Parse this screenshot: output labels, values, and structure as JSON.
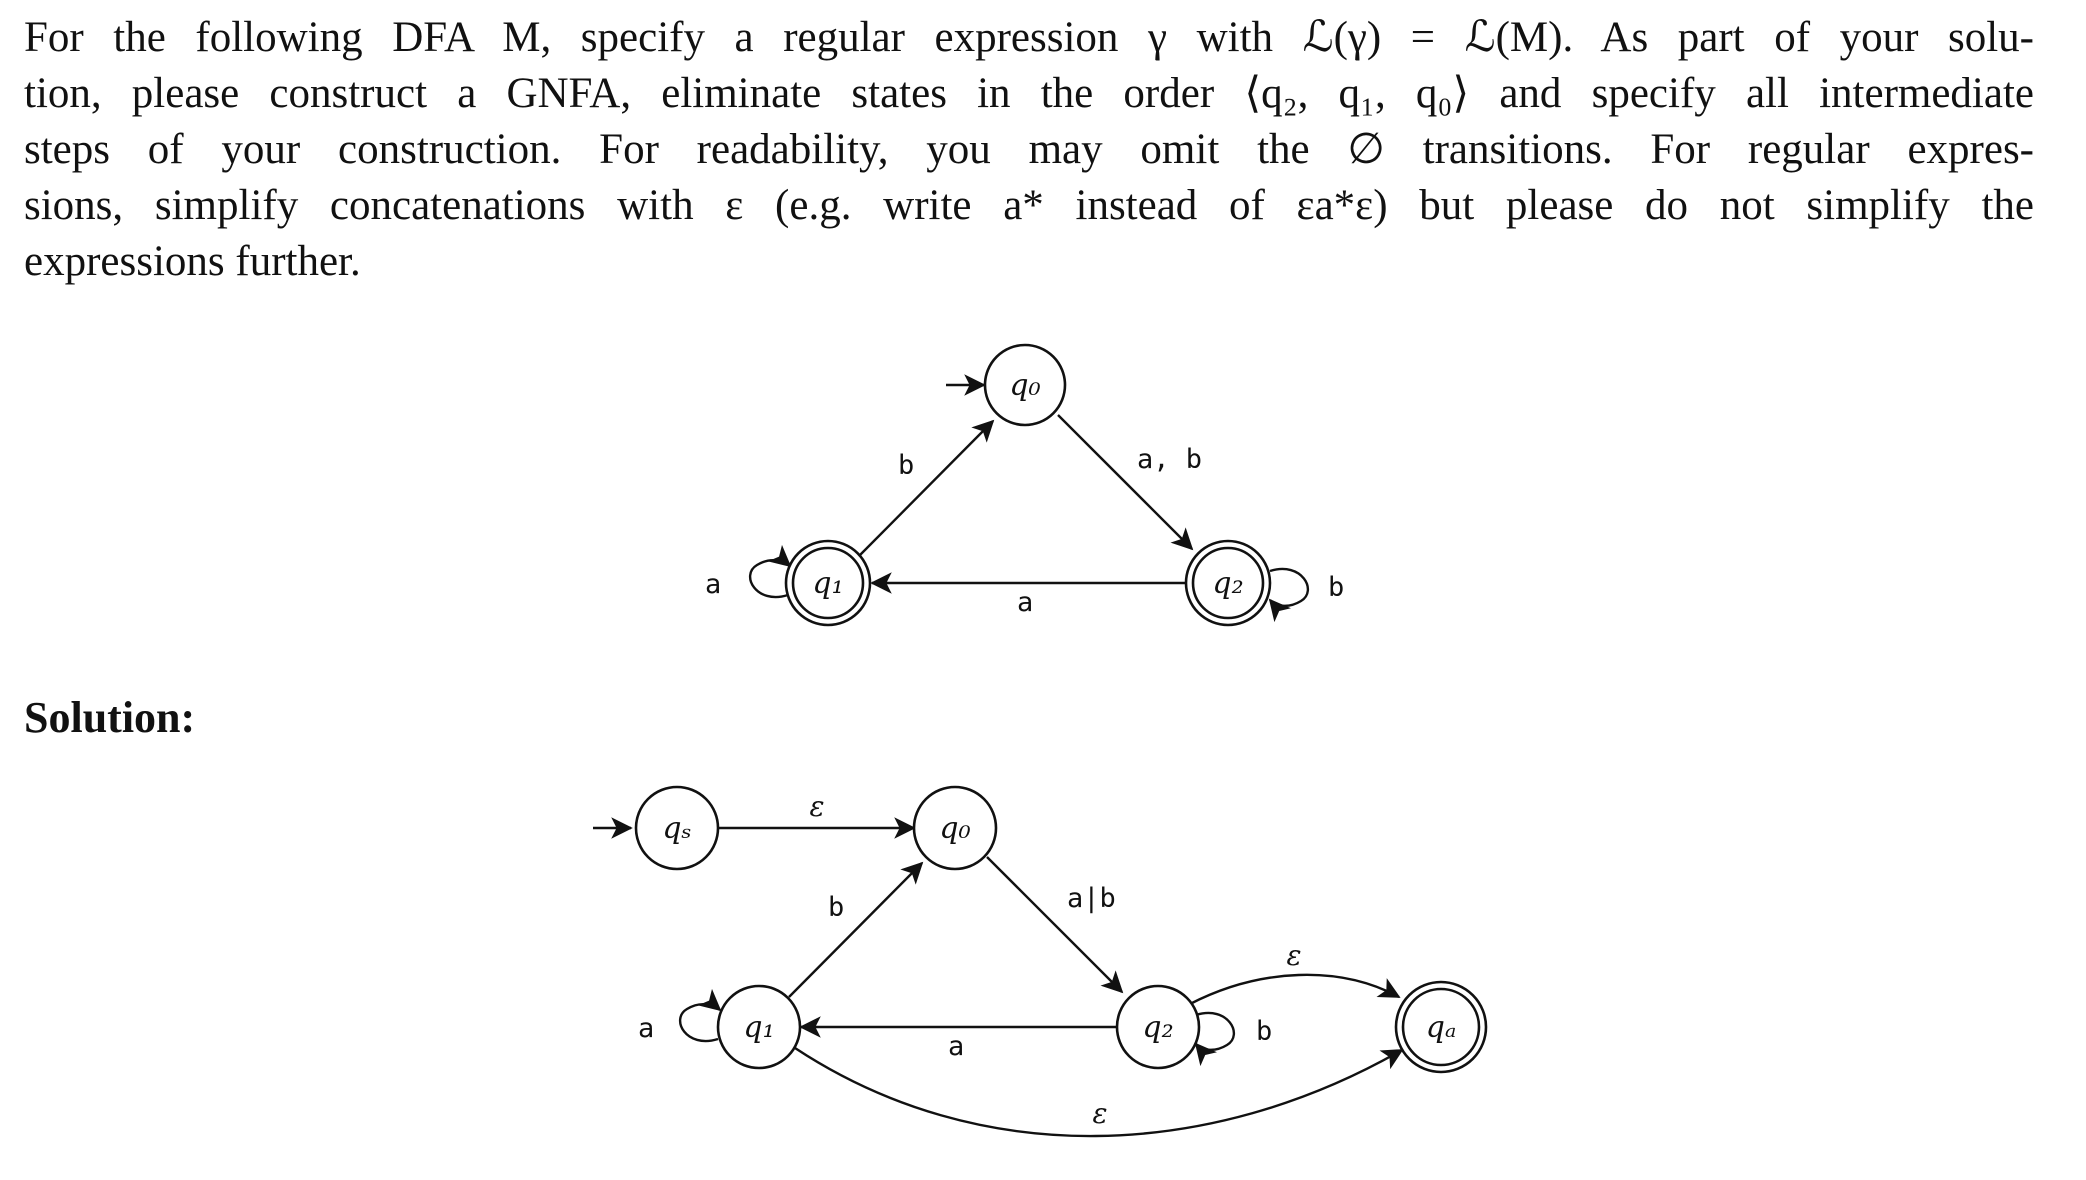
{
  "problem": {
    "lines": [
      "For the following DFA M, specify a regular expression γ with ℒ(γ) = ℒ(M). As part of your solu-",
      "tion, please construct a GNFA, eliminate states in the order ⟨q₂, q₁, q₀⟩ and specify all intermediate",
      "steps of your construction. For readability, you may omit the ∅ transitions. For regular expres-",
      "sions, simplify concatenations with ε (e.g. write a* instead of εa*ε) but please do not simplify the",
      "expressions further."
    ]
  },
  "solution": {
    "heading": "Solution:"
  },
  "dfa": {
    "states": {
      "q0": "q₀",
      "q1": "q₁",
      "q2": "q₂"
    },
    "start_state": "q₀",
    "accept_states": [
      "q₁",
      "q₂"
    ],
    "transitions": {
      "q1_to_q0": "b",
      "q0_to_q2": "a, b",
      "q2_to_q1": "a",
      "q1_loop": "a",
      "q2_loop": "b"
    }
  },
  "gnfa": {
    "states": {
      "qs": "qₛ",
      "q0": "q₀",
      "q1": "q₁",
      "q2": "q₂",
      "qa": "qₐ"
    },
    "start_state": "qₛ",
    "accept_state": "qₐ",
    "transitions": {
      "qs_to_q0": "ε",
      "q1_to_q0": "b",
      "q0_to_q2": "a|b",
      "q2_to_q1": "a",
      "q1_loop": "a",
      "q2_loop": "b",
      "q2_to_qa": "ε",
      "q1_to_qa": "ε"
    }
  }
}
